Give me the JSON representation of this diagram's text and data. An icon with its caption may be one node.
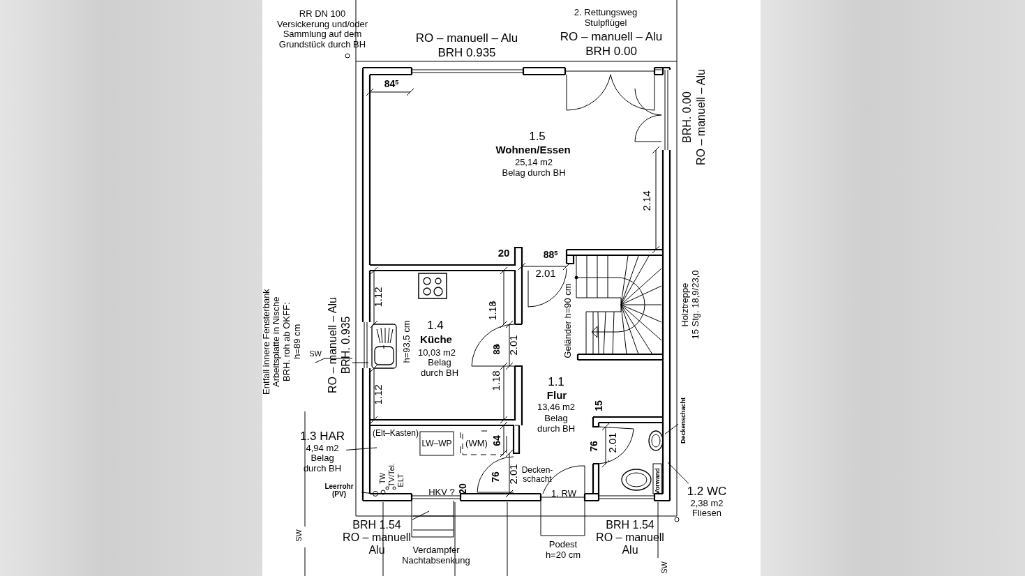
{
  "diagram": {
    "nodes": [
      {
        "text": [
          "1.3 HAR",
          "4,94 m2",
          "Belag durch BH"
        ]
      },
      {
        "text": [
          "Leerrohr (PV)"
        ]
      },
      {
        "text": [
          "1.2 WC",
          "2,38 m2",
          "Fliesen"
        ]
      },
      {
        "text": [
          "Deckenschacht"
        ]
      },
      {
        "text": [
          "BRH 1.54 RO – manuell Alu"
        ]
      },
      {
        "text": [
          "LW–WP"
        ]
      },
      {
        "text": [
          "(WM)"
        ]
      },
      {
        "text": [],
        "shape": "circle"
      },
      {
        "text": [],
        "shape": "picture"
      }
    ],
    "edges": [
      {
        "from": 0,
        "to": null,
        "arrow": "none"
      },
      {
        "from": 1,
        "to": 7,
        "arrow": "none"
      },
      {
        "from": 2,
        "to": null,
        "arrow": "none"
      },
      {
        "from": 3,
        "to": 8,
        "arrow": "none"
      },
      {
        "from": 4,
        "to": null,
        "arrow": "none"
      }
    ],
    "labels": [
      "RR DN 100 Versickerung und/oder Sammlung auf dem Grundstück durch BH",
      "2. Rettungsweg Stulpflügel",
      "RO – manuell – Alu",
      "BRH 0.935",
      "RO – manuell – Alu",
      "BRH 0.00",
      "84$^{5}$",
      "1.5",
      "Wohnen/Essen",
      "25,14 m2",
      "Belag durch BH",
      "BRH. 0.00",
      "RO – manuell – Alu",
      "2.14",
      "20",
      "88$^{5}$",
      "2.01",
      "Entfall innere Fensterbank Arbeitsplatte in Nische BRH. roh ab OKFF: h=89 cm",
      "SW",
      "RO – manuell – Alu",
      "BRH. 0.935",
      "1.12",
      "1.4",
      "Küche",
      "10,03 m2",
      "Belag durch BH",
      "h=93,5 cm",
      "1.18$^{5}$",
      "88$^{5}$",
      "2.01",
      "1.12",
      "1.18",
      "Geländer h=90 cm",
      "Holztreppe 15 Stg. 18,9/23,0",
      "1.1",
      "Flur",
      "13,46 m2",
      "Belag durch BH",
      "15",
      "76",
      "2.01",
      "(Elt–Kasten)",
      "64",
      "TW",
      "TV/Tel.",
      "ELT",
      "HKV ?",
      "20",
      "76",
      "2.01",
      "Decken- schacht",
      "1. RW",
      "Vorwand",
      "BRH 1.54 RO – manuell Alu",
      "Verdampfer Nachtabsenkung",
      "Podest h=20 cm",
      "SW",
      "SW"
    ]
  }
}
